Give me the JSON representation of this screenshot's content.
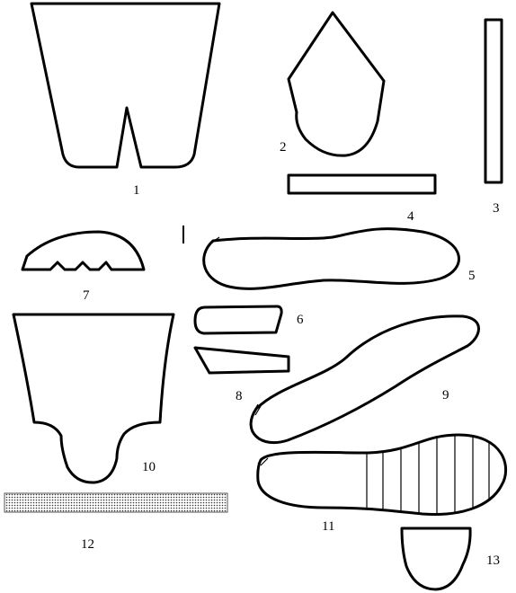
{
  "pieces": [
    {
      "id": "1",
      "label": "1"
    },
    {
      "id": "2",
      "label": "2"
    },
    {
      "id": "3",
      "label": "3"
    },
    {
      "id": "4",
      "label": "4"
    },
    {
      "id": "5",
      "label": "5"
    },
    {
      "id": "6",
      "label": "6"
    },
    {
      "id": "7",
      "label": "7"
    },
    {
      "id": "8",
      "label": "8"
    },
    {
      "id": "9",
      "label": "9"
    },
    {
      "id": "10",
      "label": "10"
    },
    {
      "id": "11",
      "label": "11"
    },
    {
      "id": "12",
      "label": "12"
    },
    {
      "id": "13",
      "label": "13"
    }
  ]
}
